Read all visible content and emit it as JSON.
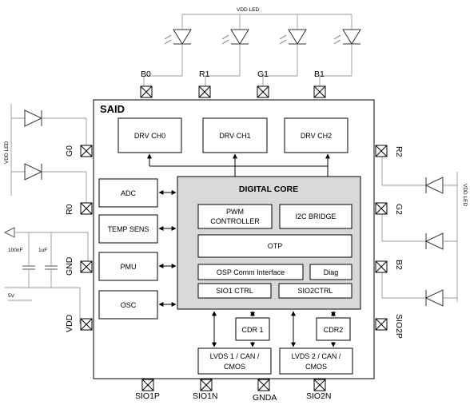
{
  "chip": {
    "name": "SAID",
    "core": {
      "title": "DIGITAL CORE",
      "pwm_line1": "PWM",
      "pwm_line2": "CONTROLLER",
      "i2c": "I2C BRIDGE",
      "otp": "OTP",
      "osp": "OSP Comm Interface",
      "diag": "Diag",
      "sio1": "SIO1 CTRL",
      "sio2": "SIO2CTRL"
    },
    "drivers": [
      "DRV CH0",
      "DRV CH1",
      "DRV CH2"
    ],
    "blocks": {
      "adc": "ADC",
      "temp": "TEMP SENS",
      "pmu": "PMU",
      "osc": "OSC",
      "cdr1": "CDR 1",
      "cdr2": "CDR2",
      "lvds1_line1": "LVDS 1 / CAN /",
      "lvds1_line2": "CMOS",
      "lvds2_line1": "LVDS 2 / CAN /",
      "lvds2_line2": "CMOS"
    }
  },
  "pins": {
    "top": [
      "B0",
      "R1",
      "G1",
      "B1"
    ],
    "left": [
      "G0",
      "R0",
      "GND",
      "VDD"
    ],
    "right": [
      "R2",
      "G2",
      "B2",
      "SIO2P"
    ],
    "bottom": [
      "SIO1P",
      "SIO1N",
      "GNDA",
      "SIO2N"
    ]
  },
  "external": {
    "vdd_led_top": "VDD LED",
    "vdd_led_left": "VDD LED",
    "vdd_led_right": "VDD LED",
    "cap1": "100nF",
    "cap2": "1uF",
    "supply": "5V"
  },
  "colors": {
    "core_fill": "#d9d9d9",
    "wire": "#999999",
    "line": "#000000"
  }
}
